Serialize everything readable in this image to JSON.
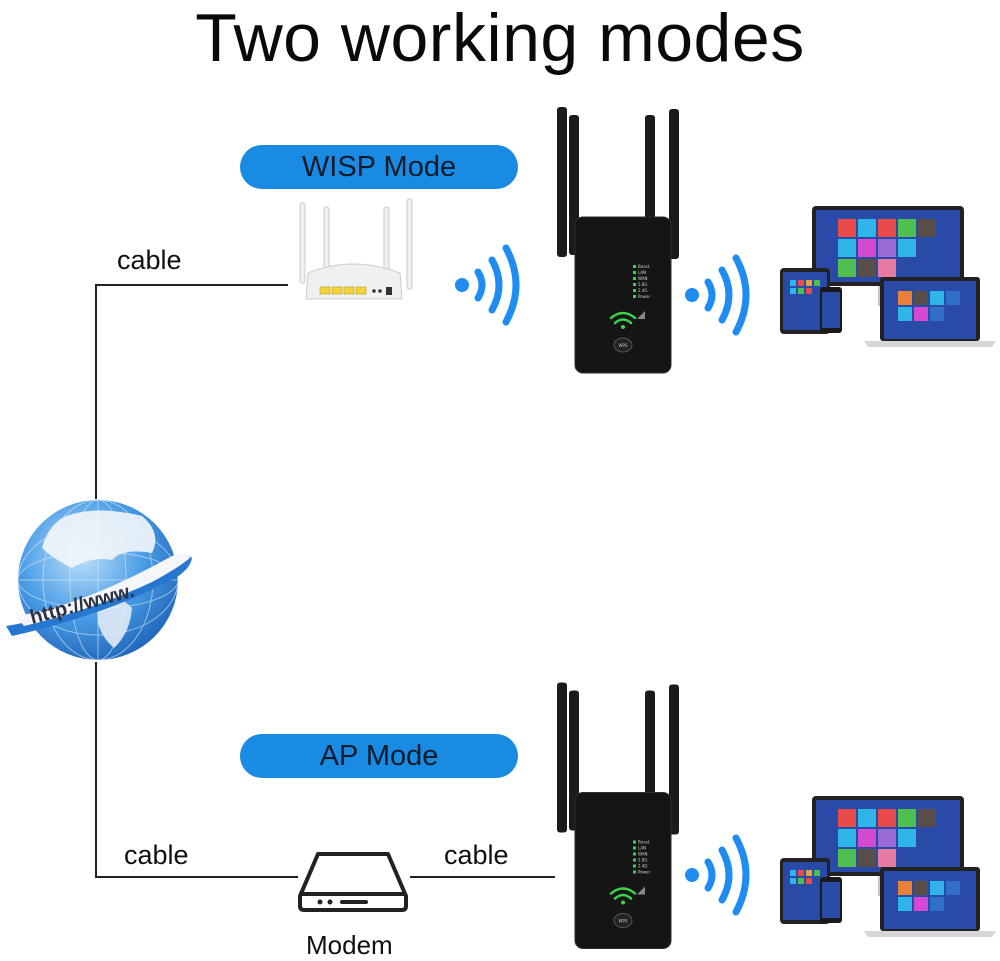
{
  "title": "Two working modes",
  "colors": {
    "accent_blue": "#1a8be3",
    "wifi_wave_blue": "#1e8cf0",
    "extender_body": "#141414",
    "led_green": "#3ad24a",
    "line": "#222222"
  },
  "internet": {
    "icon": "globe-icon",
    "label": "http://www."
  },
  "wisp_mode": {
    "label": "WISP Mode",
    "cable_label": "cable",
    "source_device": "router-icon",
    "extender_leds": [
      "Boost",
      "LAN",
      "WAN",
      "5.8G",
      "2.4G",
      "Power"
    ],
    "extender_button": "WPS",
    "clients": "devices-icon"
  },
  "ap_mode": {
    "label": "AP Mode",
    "cable_label_left": "cable",
    "cable_label_right": "cable",
    "modem_label": "Modem",
    "extender_leds": [
      "Boost",
      "LAN",
      "WAN",
      "5.8G",
      "2.4G",
      "Power"
    ],
    "extender_button": "WPS",
    "clients": "devices-icon"
  }
}
